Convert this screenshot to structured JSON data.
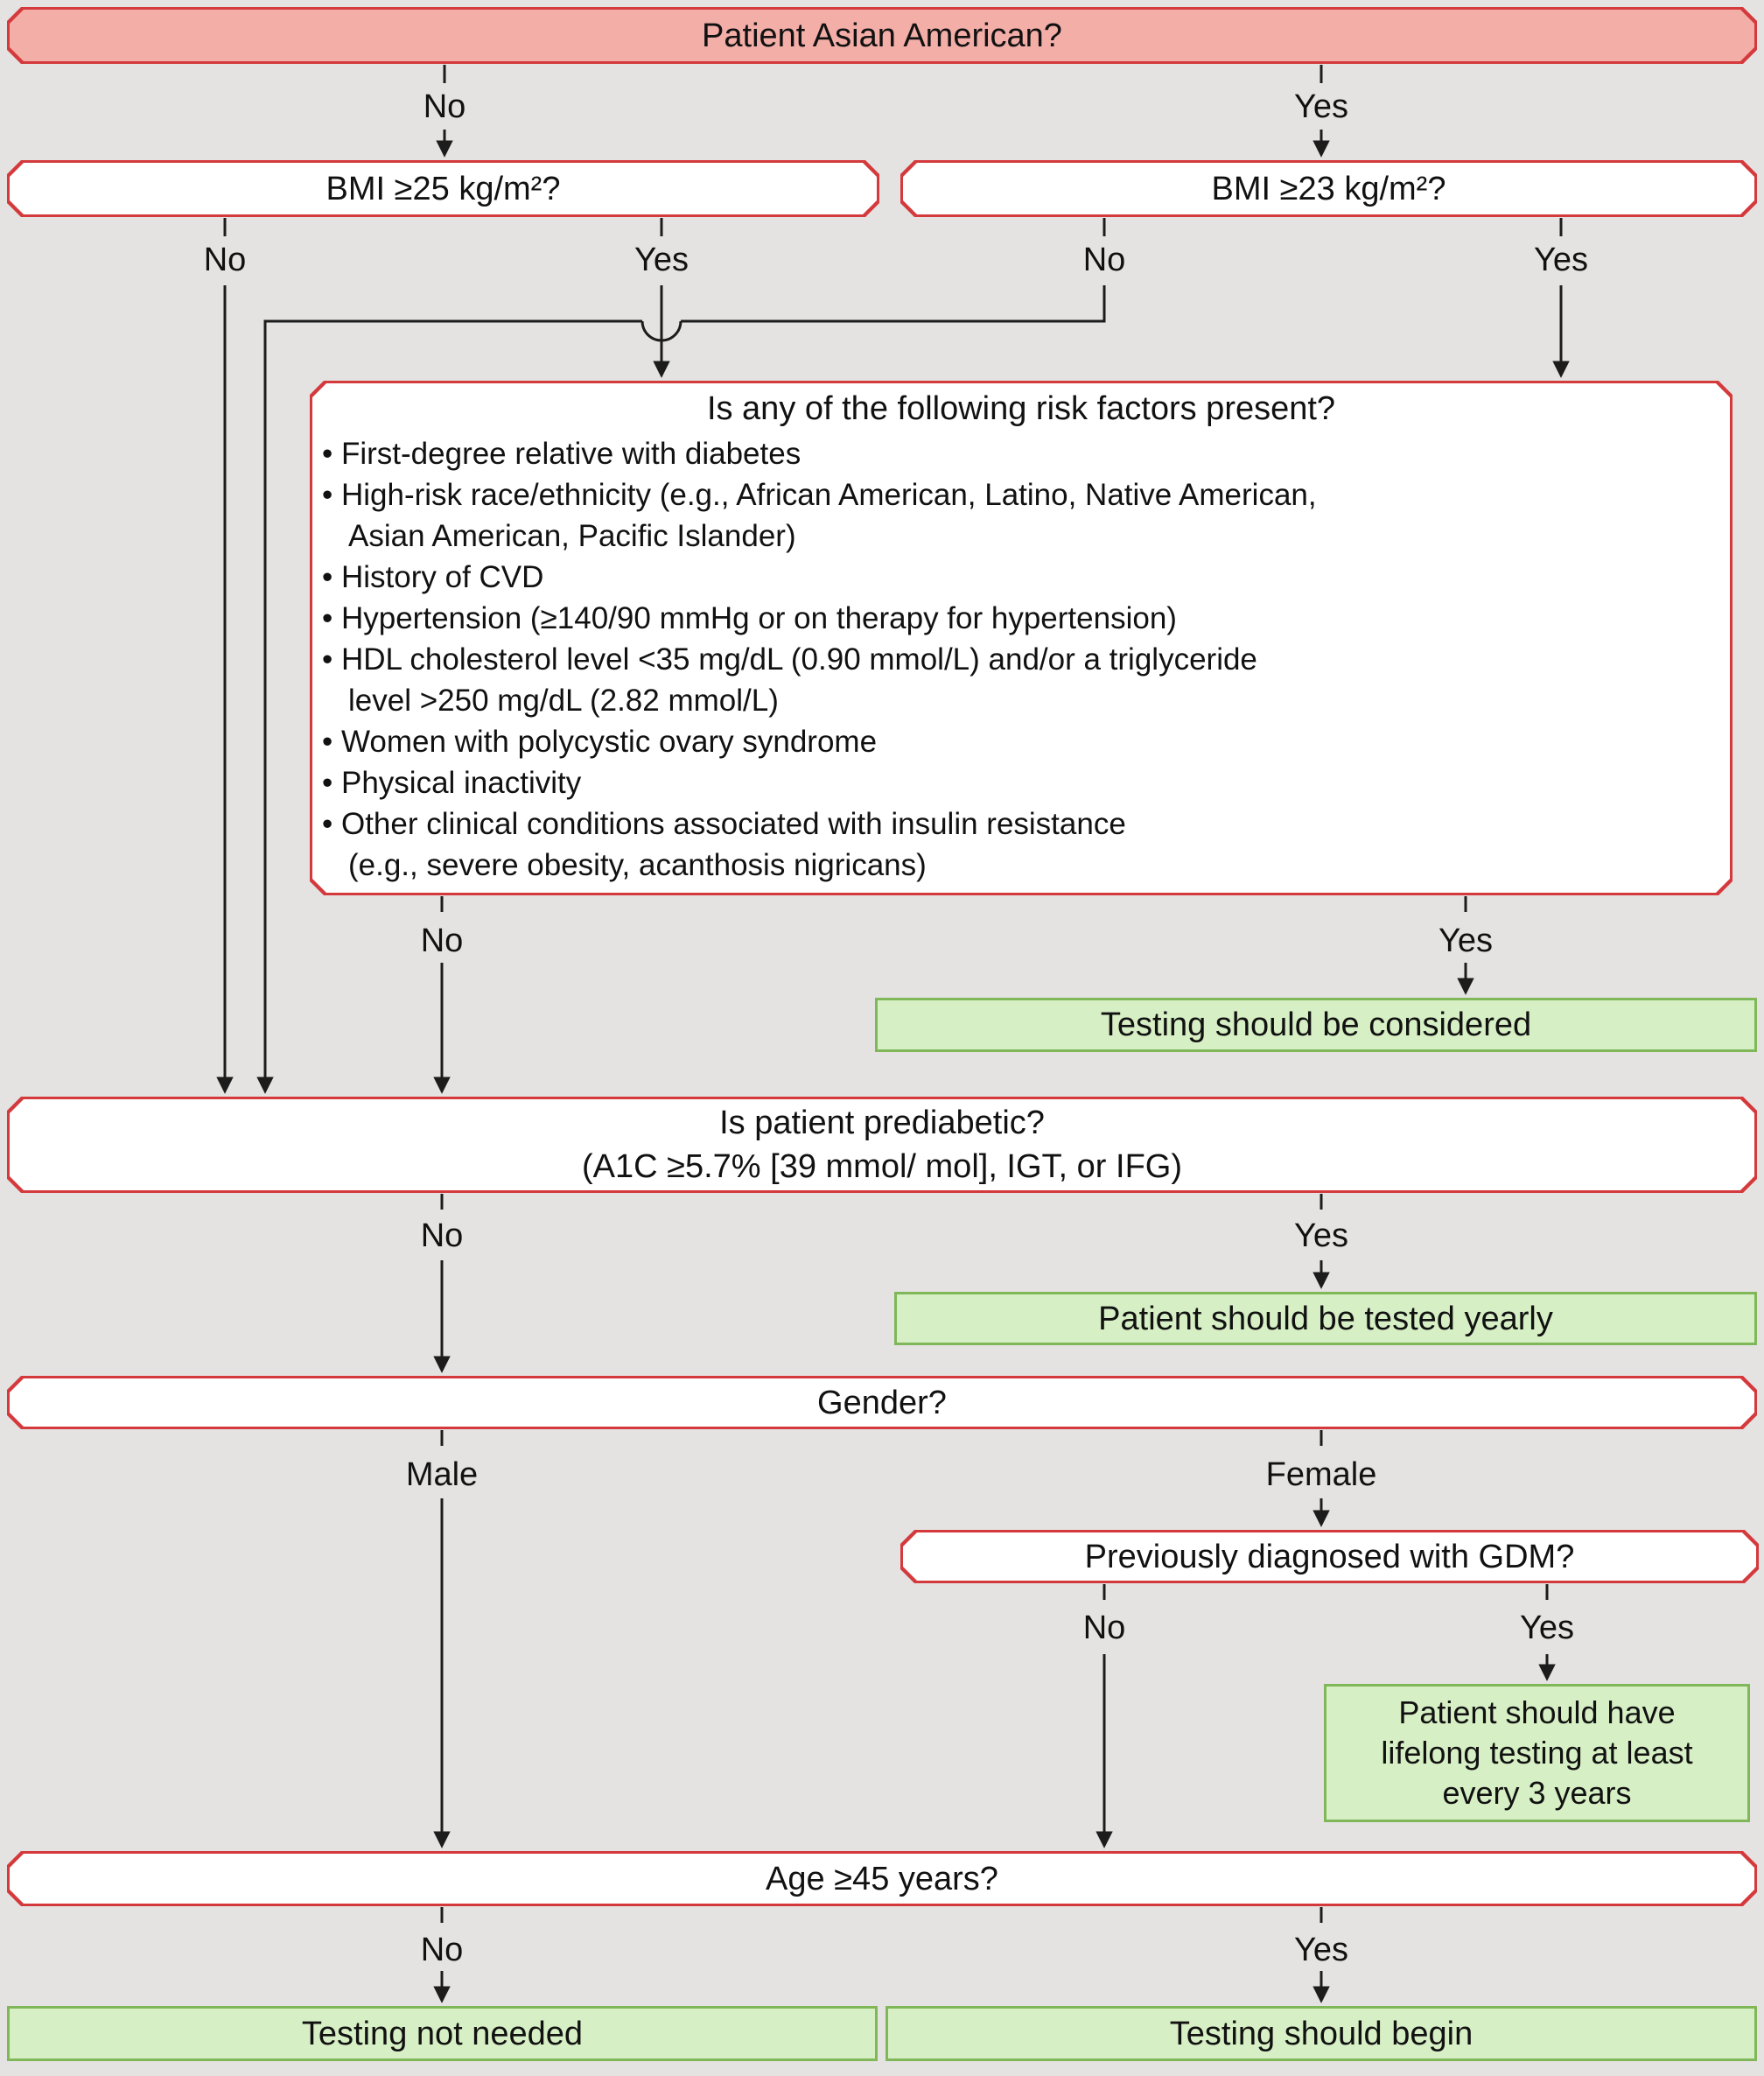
{
  "colors": {
    "background": "#e4e3e2",
    "box_border": "#d4393c",
    "decision_fill": "#ffffff",
    "start_fill": "#f3aea8",
    "outcome_fill": "#d6efc4",
    "outcome_border": "#80b859",
    "line_color": "#1c1c1c",
    "text_color": "#111111"
  },
  "labels": {
    "no": "No",
    "yes": "Yes",
    "male": "Male",
    "female": "Female"
  },
  "nodes": {
    "asian": {
      "label": "Patient Asian American?"
    },
    "bmi25": {
      "label": "BMI ≥25 kg/m²?"
    },
    "bmi23": {
      "label": "BMI ≥23 kg/m²?"
    },
    "risk": {
      "title": "Is any of the following risk factors present?",
      "lines": [
        "• First-degree relative with diabetes",
        "• High-risk race/ethnicity (e.g., African American, Latino, Native American,",
        "Asian American, Pacific Islander)",
        "• History of CVD",
        "• Hypertension (≥140/90 mmHg or on therapy for hypertension)",
        "• HDL cholesterol level <35 mg/dL (0.90 mmol/L) and/or a triglyceride",
        "level >250 mg/dL (2.82 mmol/L)",
        "• Women with polycystic ovary syndrome",
        "• Physical inactivity",
        "• Other clinical conditions associated with insulin resistance",
        "(e.g., severe obesity, acanthosis nigricans)"
      ]
    },
    "considered": {
      "label": "Testing should be considered"
    },
    "prediabetic": {
      "lines": [
        "Is patient prediabetic?",
        "(A1C ≥5.7% [39 mmol/ mol], IGT, or IFG)"
      ]
    },
    "yearly": {
      "label": "Patient should be tested yearly"
    },
    "gender": {
      "label": "Gender?"
    },
    "gdm": {
      "label": "Previously diagnosed with GDM?"
    },
    "lifelong": {
      "lines": [
        "Patient should have",
        "lifelong testing at least",
        "every 3 years"
      ]
    },
    "age45": {
      "label": "Age ≥45 years?"
    },
    "not_needed": {
      "label": "Testing not needed"
    },
    "begin": {
      "label": "Testing should begin"
    }
  }
}
